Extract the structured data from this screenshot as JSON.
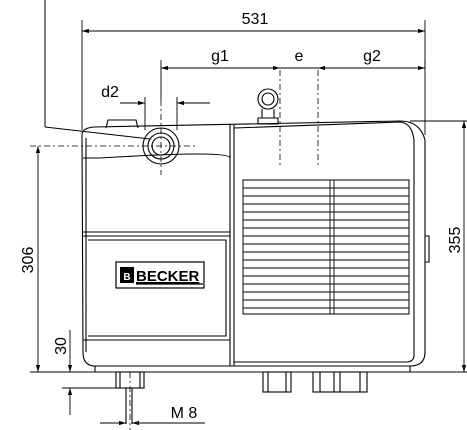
{
  "dimensions": {
    "overall_width": "531",
    "g1": "g1",
    "e": "e",
    "g2": "g2",
    "d2": "d2",
    "overall_height": "355",
    "inlet_height": "306",
    "foot_height": "30",
    "thread": "M 8"
  },
  "logo": {
    "brand": "BECKER"
  }
}
